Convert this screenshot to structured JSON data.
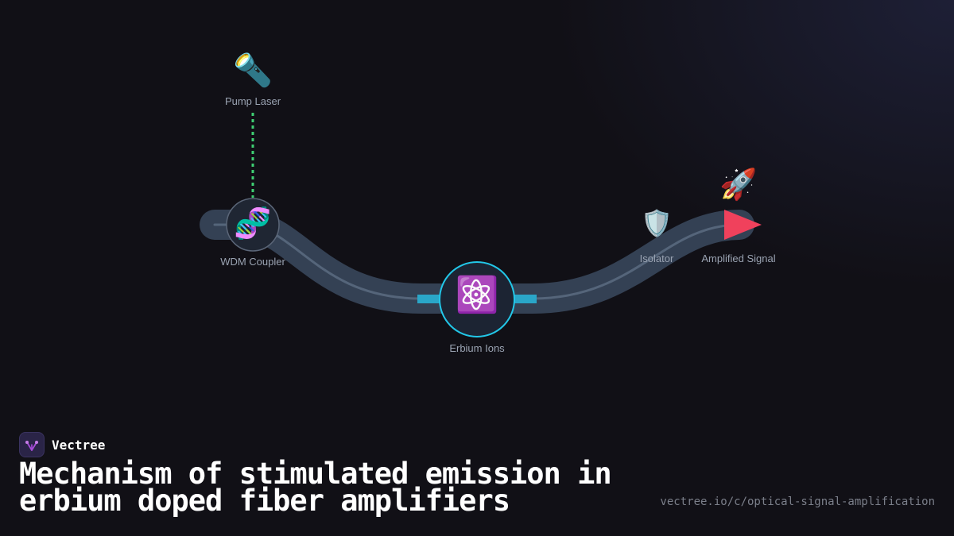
{
  "nodes": {
    "pump_laser": {
      "label": "Pump Laser",
      "icon": "flashlight-icon",
      "glyph": "🔦"
    },
    "wdm_coupler": {
      "label": "WDM Coupler",
      "icon": "dna-icon",
      "glyph": "🧬"
    },
    "erbium_ions": {
      "label": "Erbium Ions",
      "icon": "atom-icon",
      "glyph": "⚛️"
    },
    "isolator": {
      "label": "Isolator",
      "icon": "shield-icon",
      "glyph": "🛡️"
    },
    "amplified_signal": {
      "label": "Amplified Signal",
      "icon": "rocket-icon",
      "glyph": "🚀"
    }
  },
  "colors": {
    "fiber": "#344154",
    "fiber_core": "#55657a",
    "pump_line": "#3ecf73",
    "erbium_ring": "#22c7e8",
    "erbium_band": "#2aa6c8",
    "arrow": "#f0415c"
  },
  "brand": {
    "name": "Vectree"
  },
  "title": "Mechanism of stimulated emission in erbium doped fiber amplifiers",
  "url": "vectree.io/c/optical-signal-amplification"
}
